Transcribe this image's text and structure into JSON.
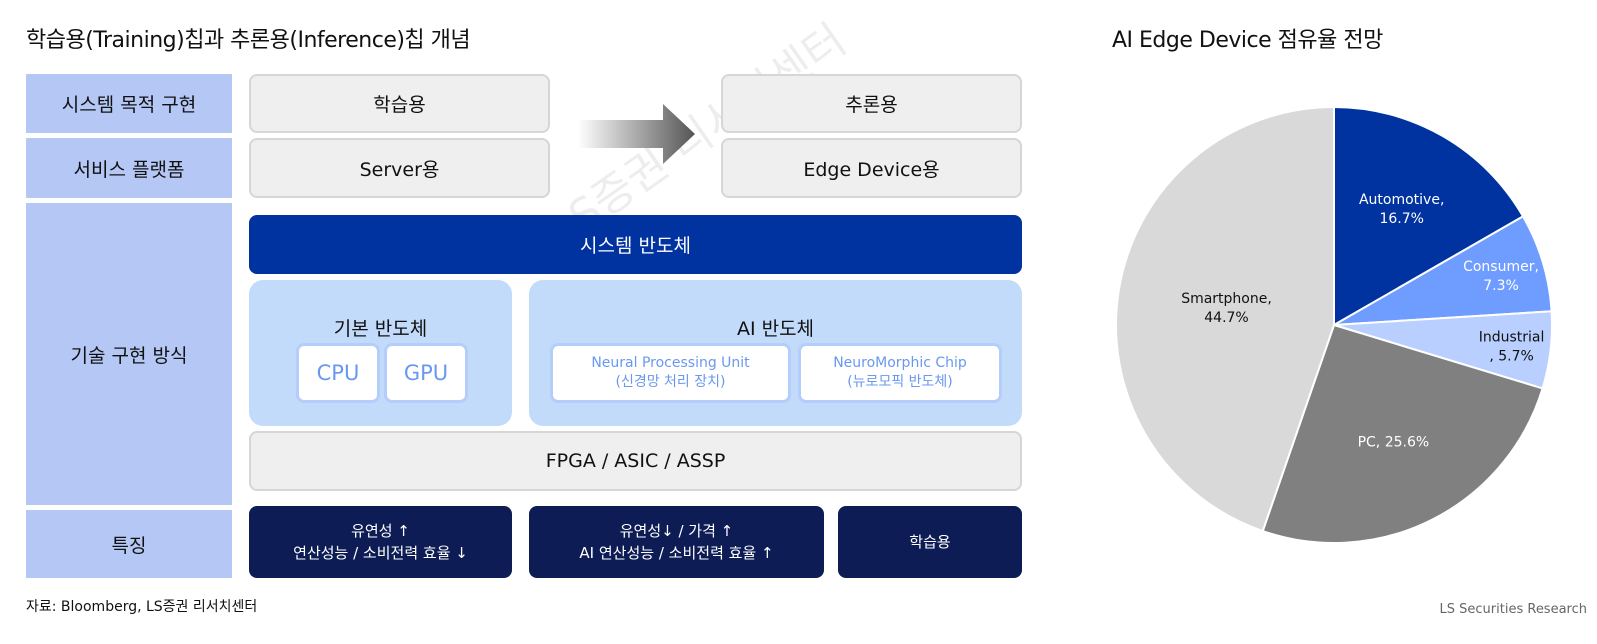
{
  "left_title": "학습용(Training)칩과 추론용(Inference)칩 개념",
  "right_title": "AI Edge Device 점유율 전망",
  "watermark": "LS증권 리서치센터",
  "rows": [
    "시스템 목적 구현",
    "서비스 플랫폼",
    "기술 구현 방식",
    "특징"
  ],
  "purpose": {
    "training": "학습용",
    "inference": "추론용"
  },
  "platform": {
    "training": "Server용",
    "inference": "Edge Device용"
  },
  "system_semi": "시스템 반도체",
  "basic": {
    "title": "기본 반도체",
    "items": [
      "CPU",
      "GPU"
    ]
  },
  "ai": {
    "title": "AI 반도체",
    "items": [
      {
        "line1": "Neural Processing Unit",
        "line2": "(신경망 처리 장치)"
      },
      {
        "line1": "NeuroMorphic Chip",
        "line2": "(뉴로모픽 반도체)"
      }
    ]
  },
  "fpga": "FPGA / ASIC / ASSP",
  "features": [
    {
      "line1": "유연성 ↑",
      "line2": "연산성능 / 소비전력 효율 ↓"
    },
    {
      "line1": "유연성↓ / 가격 ↑",
      "line2": "AI 연산성능 / 소비전력 효율 ↑"
    },
    {
      "line1": "학습용",
      "line2": ""
    }
  ],
  "source": "자료: Bloomberg, LS증권 리서치센터",
  "footer": "LS Securities  Research",
  "chart_data": {
    "type": "pie",
    "title": "AI Edge Device 점유율 전망",
    "start": "top",
    "direction": "clockwise",
    "slices": [
      {
        "name": "Automotive",
        "value": 16.7,
        "label1": "Automotive,",
        "label2": "16.7%",
        "color": "#0033a0",
        "text": "#fff"
      },
      {
        "name": "Consumer",
        "value": 7.3,
        "label1": "Consumer,",
        "label2": "7.3%",
        "color": "#6f9cff",
        "text": "#fff"
      },
      {
        "name": "Industrial",
        "value": 5.7,
        "label1": "Industrial",
        "label2": ", 5.7%",
        "color": "#b8cfff",
        "text": "#111"
      },
      {
        "name": "PC",
        "value": 25.6,
        "label1": "PC, 25.6%",
        "label2": "",
        "color": "#808080",
        "text": "#fff"
      },
      {
        "name": "Smartphone",
        "value": 44.7,
        "label1": "Smartphone,",
        "label2": "44.7%",
        "color": "#d9d9d9",
        "text": "#111"
      }
    ]
  }
}
